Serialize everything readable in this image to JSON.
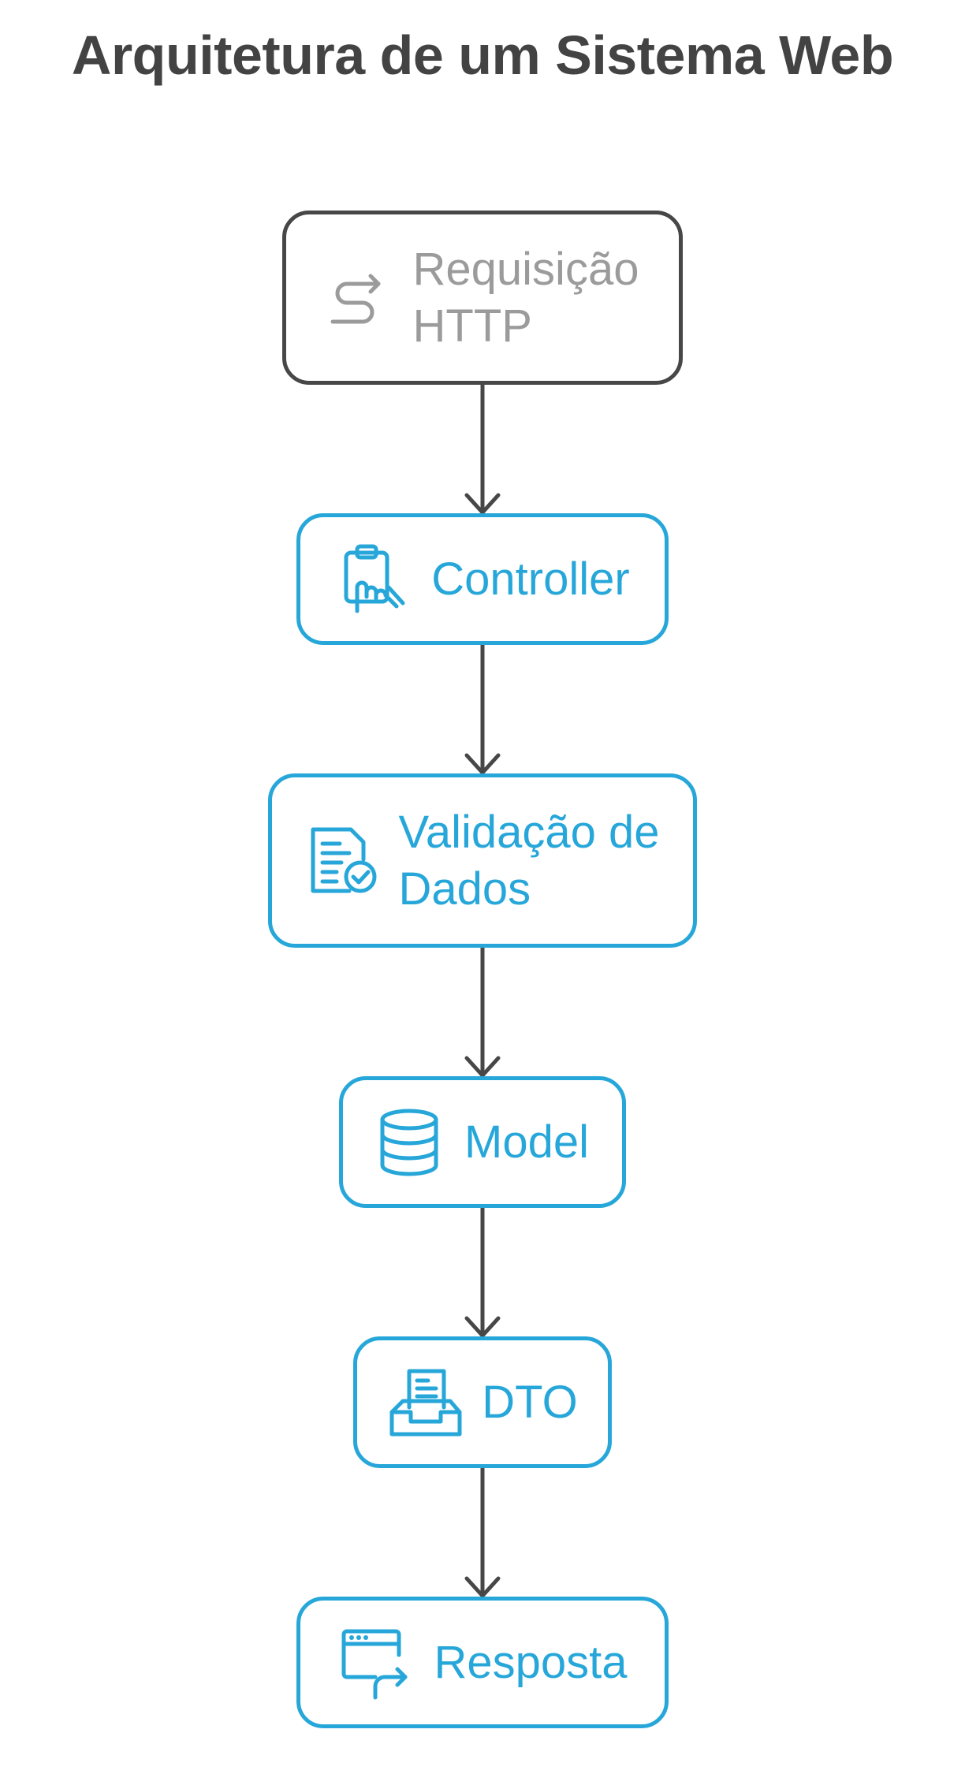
{
  "title": "Arquitetura de um Sistema Web",
  "colors": {
    "title": "#434343",
    "start_border": "#474747",
    "start_text": "#9b9b9b",
    "step_accent": "#27a7d9",
    "connector": "#474747"
  },
  "nodes": [
    {
      "label": "Requisição\nHTTP",
      "icon": "route-arrows-icon"
    },
    {
      "label": "Controller",
      "icon": "clipboard-hand-icon"
    },
    {
      "label": "Validação de\nDados",
      "icon": "document-check-icon"
    },
    {
      "label": "Model",
      "icon": "database-icon"
    },
    {
      "label": "DTO",
      "icon": "inbox-document-icon"
    },
    {
      "label": "Resposta",
      "icon": "browser-window-share-icon"
    }
  ]
}
